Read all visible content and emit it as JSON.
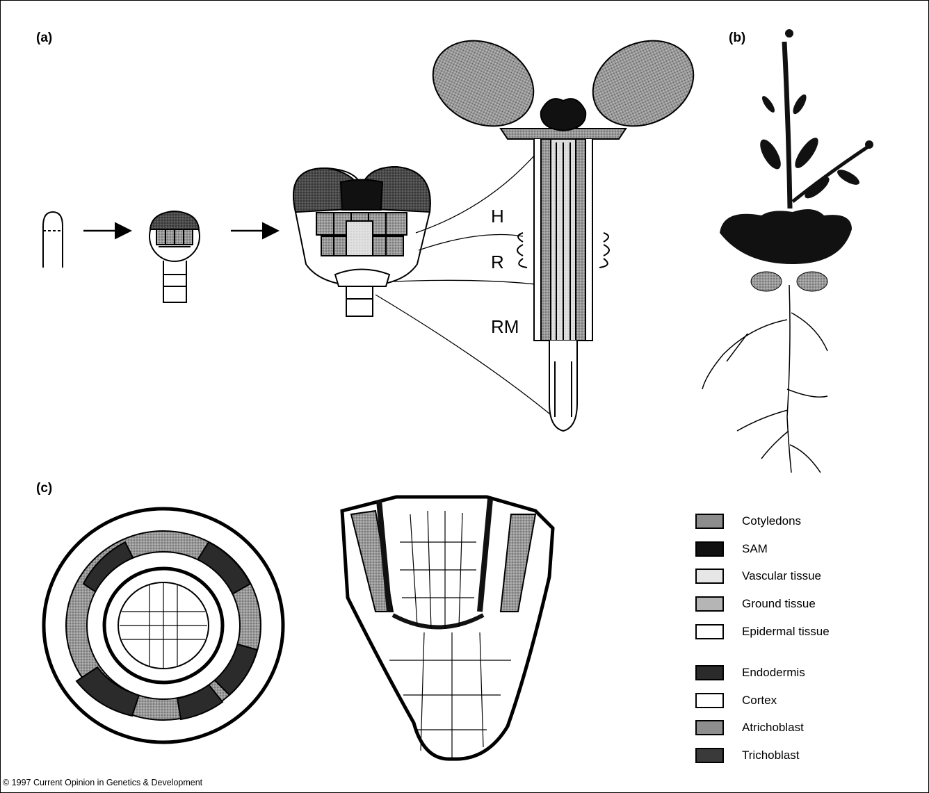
{
  "panels": {
    "a": "(a)",
    "b": "(b)",
    "c": "(c)"
  },
  "regions": {
    "h": "H",
    "r": "R",
    "rm": "RM"
  },
  "legend": [
    {
      "label": "Cotyledons",
      "color": "#8c8c8c"
    },
    {
      "label": "SAM",
      "color": "#111111"
    },
    {
      "label": "Vascular tissue",
      "color": "#e6e6e6"
    },
    {
      "label": "Ground tissue",
      "color": "#b5b5b5"
    },
    {
      "label": "Epidermal tissue",
      "color": "#ffffff"
    },
    {
      "label": "Endodermis",
      "color": "#2b2b2b"
    },
    {
      "label": "Cortex",
      "color": "#ffffff"
    },
    {
      "label": "Atrichoblast",
      "color": "#8e8e8e"
    },
    {
      "label": "Trichoblast",
      "color": "#3a3a3a"
    }
  ],
  "copyright": "© 1997 Current Opinion in Genetics & Development"
}
